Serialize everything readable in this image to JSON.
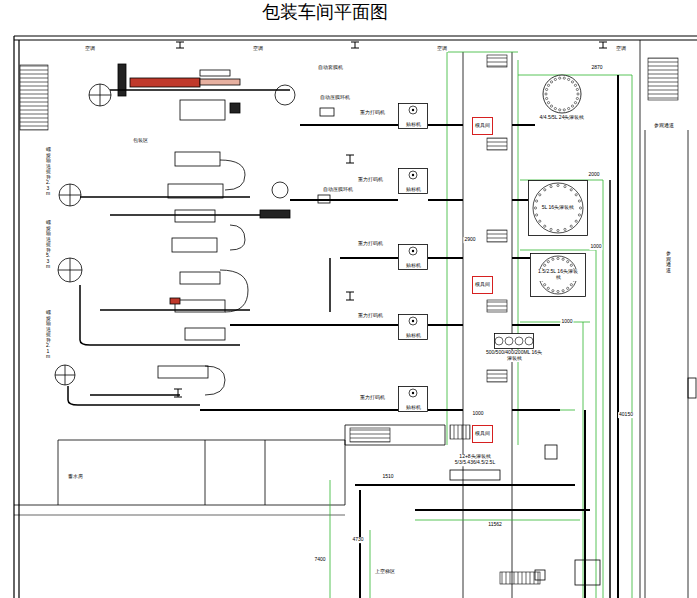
{
  "diagram": {
    "title": "包装车间平面图",
    "nodes": [
      {
        "text": [
          "4/4.5/5L 24头灌装线"
        ]
      },
      {
        "text": [
          "贴标机"
        ]
      },
      {
        "text": [
          "模具间"
        ]
      },
      {
        "text": [
          "贴标机"
        ]
      },
      {
        "text": [
          "5L 16头灌装线"
        ]
      },
      {
        "text": [
          "贴标机"
        ]
      },
      {
        "text": [
          "1.5/2.5L 16头灌装线"
        ]
      },
      {
        "text": [
          "模具间"
        ]
      },
      {
        "text": [
          "贴标机"
        ]
      },
      {
        "text": [
          "500/500/400/200ML 16头灌装线"
        ]
      },
      {
        "text": [
          "贴标机"
        ]
      },
      {
        "text": [
          "模具间"
        ]
      }
    ],
    "labels": [
      "空调",
      "空调",
      "空调",
      "空调",
      "参观通道",
      "参观通道",
      "自动套膜机",
      "自动压膜环机",
      "重力打码机",
      "包装区",
      "螺旋输送提升2.3m",
      "重力打码机",
      "自动压膜环机",
      "重力打码机",
      "螺旋输送提升5.3m",
      "重力打码机",
      "螺旋输送提升2.1m",
      "重力打码机",
      "2870",
      "2000",
      "1000",
      "1000",
      "1000",
      "2900",
      "12+8头灌装线 5/3/5.436/4.5/2.5L",
      "11562",
      "1510",
      "4730",
      "7400",
      "40150",
      "蓄水房",
      "上空梯区"
    ]
  }
}
